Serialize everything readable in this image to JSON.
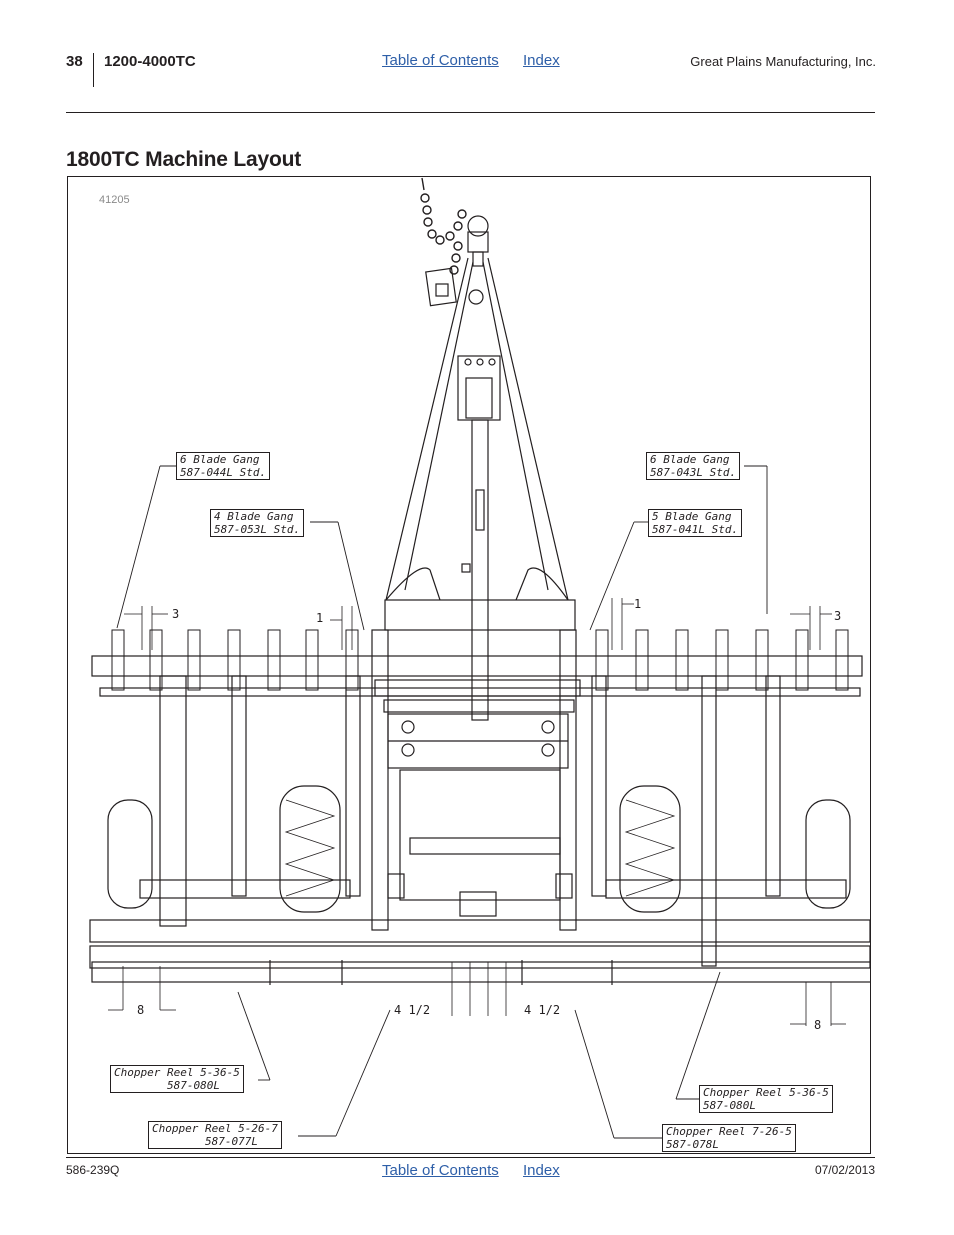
{
  "header": {
    "page_number": "38",
    "model": "1200-4000TC",
    "toc_link": "Table of Contents",
    "index_link": "Index",
    "company": "Great Plains Manufacturing, Inc."
  },
  "title": "1800TC Machine Layout",
  "figure": {
    "id": "41205",
    "callouts": {
      "gang6_left": "6 Blade Gang\n587-044L Std.",
      "gang6_right": "6 Blade Gang\n587-043L Std.",
      "gang4_left": "4 Blade Gang\n587-053L Std.",
      "gang5_right": "5 Blade Gang\n587-041L Std.",
      "reel_5_36_5_left": "Chopper Reel 5-36-5\n        587-080L",
      "reel_5_36_5_right": "Chopper Reel 5-36-5\n587-080L",
      "reel_5_26_7": "Chopper Reel 5-26-7\n        587-077L",
      "reel_7_26_5": "Chopper Reel 7-26-5\n587-078L"
    },
    "dimensions": {
      "d3_left": "3",
      "d1_left": "1",
      "d1_right": "1",
      "d3_right": "3",
      "d8_left": "8",
      "d8_right": "8",
      "d412_left": "4 1/2",
      "d412_right": "4 1/2"
    }
  },
  "footer": {
    "doc_number": "586-239Q",
    "toc_link": "Table of Contents",
    "index_link": "Index",
    "date": "07/02/2013"
  }
}
